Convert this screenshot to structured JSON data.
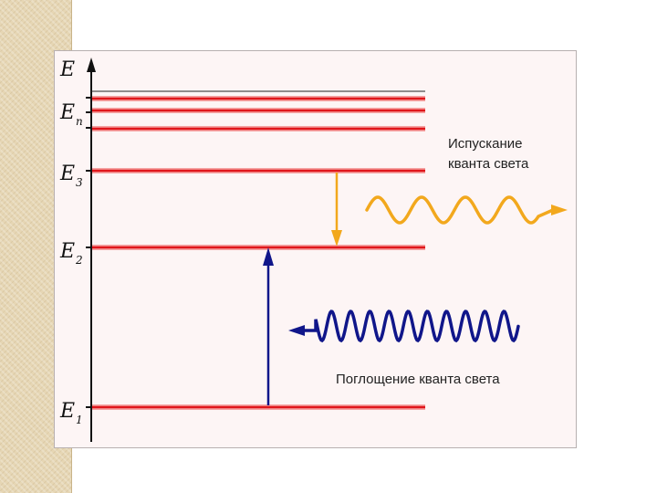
{
  "diagram": {
    "axis": {
      "label": "E"
    },
    "levels": [
      {
        "id": "En",
        "symbol": "E",
        "subscript": "n"
      },
      {
        "id": "E3",
        "symbol": "E",
        "subscript": "3"
      },
      {
        "id": "E2",
        "symbol": "E",
        "subscript": "2"
      },
      {
        "id": "E1",
        "symbol": "E",
        "subscript": "1"
      }
    ],
    "emission": {
      "caption_line1": "Испускание",
      "caption_line2": "кванта света",
      "color": "#f2a81d"
    },
    "absorption": {
      "caption": "Поглощение кванта света",
      "color": "#10168a"
    },
    "level_color": "#e0161b"
  }
}
